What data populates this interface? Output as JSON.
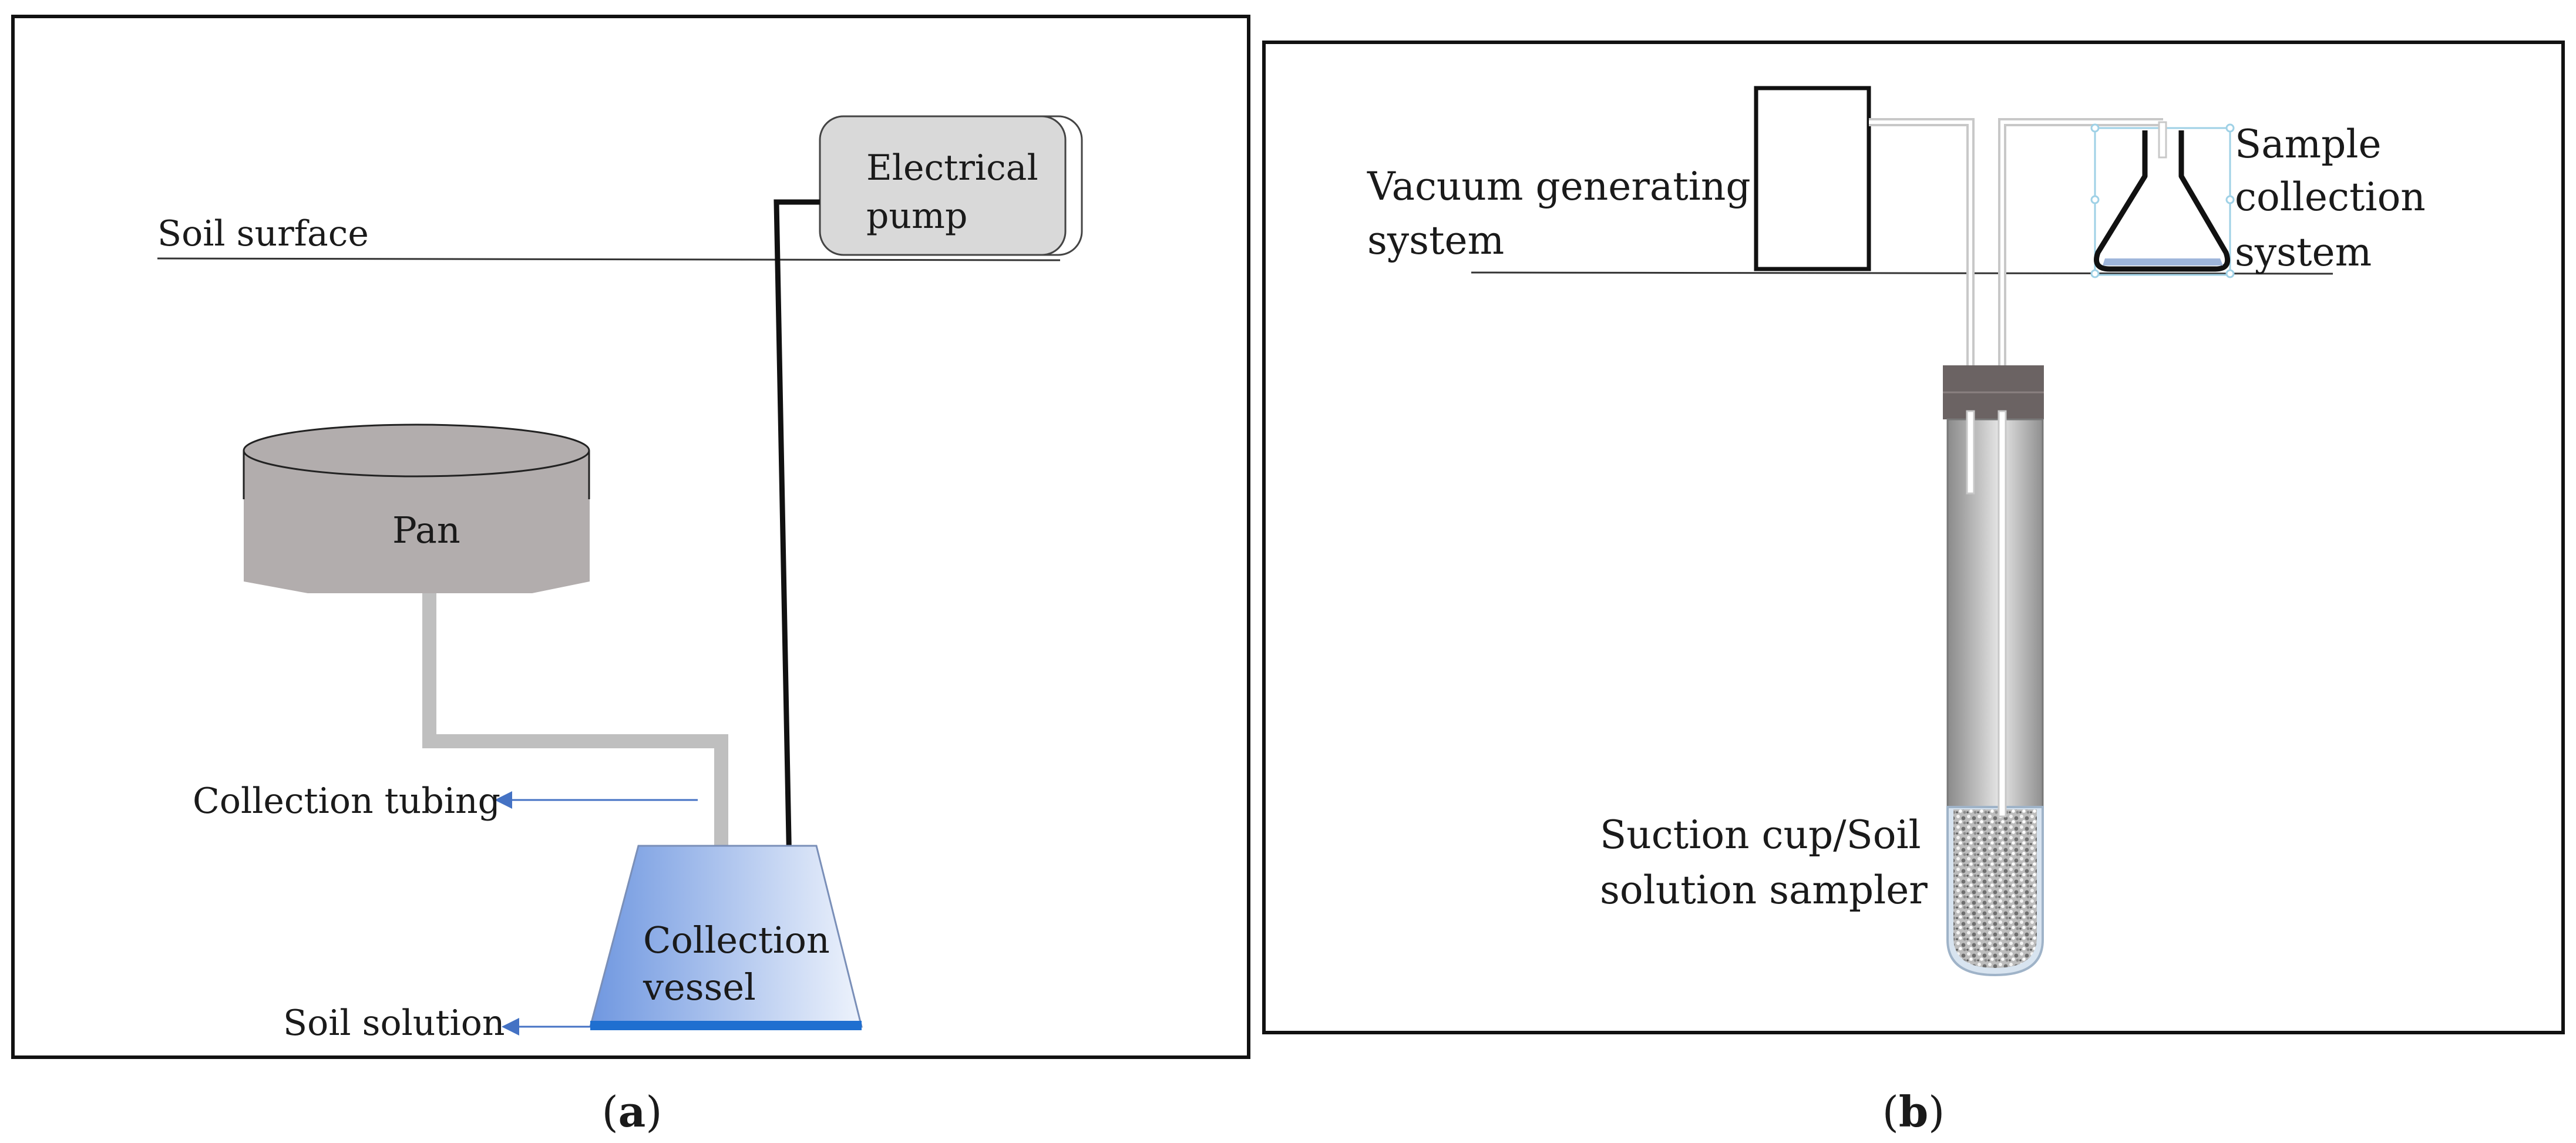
{
  "panel_a": {
    "labels": {
      "electrical_pump": [
        "Electrical",
        "pump"
      ],
      "soil_surface": "Soil surface",
      "pan": "Pan",
      "collection_tubing": "Collection tubing",
      "collection_vessel": [
        "Collection",
        "vessel"
      ],
      "soil_solution": "Soil solution"
    },
    "caption_letter": "a"
  },
  "panel_b": {
    "labels": {
      "vacuum_system": [
        "Vacuum generating",
        "system"
      ],
      "sample_collection": [
        "Sample",
        "collection",
        "system"
      ],
      "suction_cup": [
        "Suction cup/Soil",
        "solution sampler"
      ]
    },
    "caption_letter": "b"
  },
  "colors": {
    "pan_fill": "#b2adad",
    "pump_fill": "#d9d9d9",
    "tubing": "#bfbfbf",
    "vessel_dark": "#6f97e0",
    "vessel_light": "#eef3fc",
    "vessel_base": "#1f6fd0",
    "arrow": "#4472c4",
    "sampler_cap": "#6b6363",
    "flask_liquid": "#9fb6db"
  }
}
